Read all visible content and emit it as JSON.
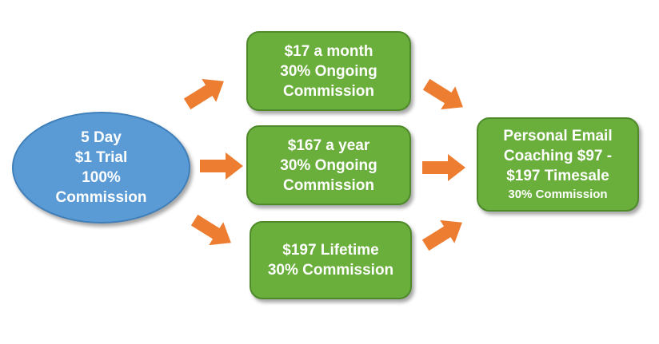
{
  "nodes": {
    "trial": {
      "lines": [
        "5 Day",
        "$1 Trial",
        "100%",
        "Commission"
      ]
    },
    "monthly": {
      "lines": [
        "$17 a month",
        "30% Ongoing",
        "Commission"
      ]
    },
    "yearly": {
      "lines": [
        "$167 a year",
        "30% Ongoing",
        "Commission"
      ]
    },
    "lifetime": {
      "lines": [
        "$197 Lifetime",
        "30% Commission"
      ]
    },
    "coaching": {
      "lines": [
        "Personal Email",
        "Coaching $97 -",
        "$197 Timesale"
      ],
      "note": "30% Commission"
    }
  },
  "colors": {
    "oval_fill": "#5b9bd5",
    "box_fill": "#6aaf3c",
    "arrow_fill": "#ed7d31",
    "text": "#ffffff"
  },
  "icons": {
    "connector": "arrow-right-icon"
  }
}
